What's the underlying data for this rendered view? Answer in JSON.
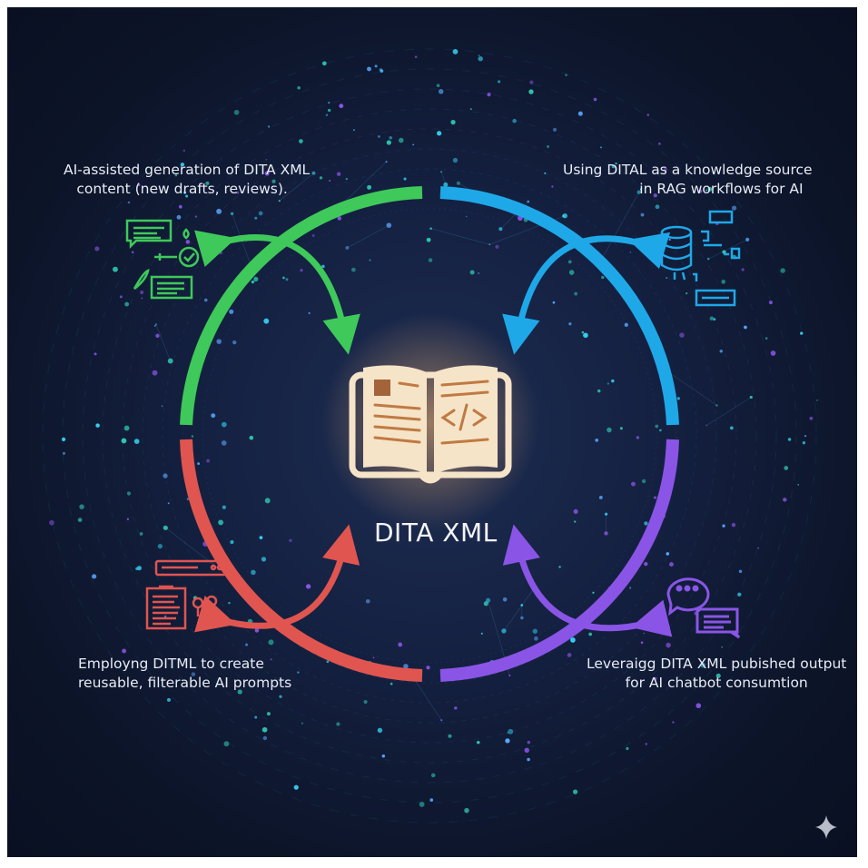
{
  "center": {
    "title": "DITA XML",
    "icon": "open-book-code-icon"
  },
  "quadrants": [
    {
      "id": "generation",
      "color": "#3ec95a",
      "lines": [
        "AI-assisted generation of DITA XML",
        "content (new drafts, reviews)."
      ],
      "icon": "document-review-icon"
    },
    {
      "id": "rag",
      "color": "#1fa8e8",
      "lines": [
        "Using DITAL as a knowledge source",
        "in RAG workflows for AI"
      ],
      "icon": "database-icon"
    },
    {
      "id": "chatbot",
      "color": "#8a55e6",
      "lines": [
        "Leveraigg DITA XML pubished output",
        "for AI chatbot consumtion"
      ],
      "icon": "chat-bubbles-icon"
    },
    {
      "id": "prompts",
      "color": "#e05550",
      "lines": [
        "Employng DITML to create",
        "reusable, filterable AI prompts"
      ],
      "icon": "prompt-clipboard-icon"
    }
  ],
  "watermark_icon": "sparkle-icon"
}
